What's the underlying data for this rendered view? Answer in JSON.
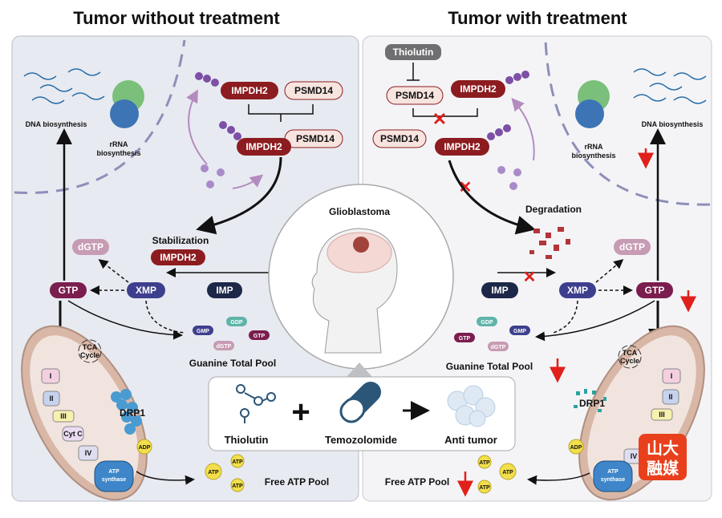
{
  "titles": {
    "left": "Tumor without treatment",
    "right": "Tumor with treatment"
  },
  "left": {
    "dna": "DNA biosynthesis",
    "rrna1": "rRNA",
    "rrna2": "biosynthesis",
    "impdh2_a": "IMPDH2",
    "psmd14_a": "PSMD14",
    "psmd14_b": "PSMD14",
    "impdh2_b": "IMPDH2",
    "stabilization": "Stabilization",
    "impdh2_c": "IMPDH2",
    "dgtp": "dGTP",
    "gtp": "GTP",
    "xmp": "XMP",
    "imp": "IMP",
    "pool": {
      "gmp": "GMP",
      "gdp": "GDP",
      "gtp": "GTP",
      "dgtp": "dGTP"
    },
    "guanine_pool": "Guanine Total Pool",
    "tca1": "TCA",
    "tca2": "Cycle",
    "complexes": [
      "I",
      "II",
      "III",
      "Cyt C",
      "IV"
    ],
    "drp1": "DRP1",
    "adp": "ADP",
    "atp_synthase1": "ATP",
    "atp_synthase2": "synthase",
    "atp": "ATP",
    "free_atp": "Free ATP Pool"
  },
  "right": {
    "thiolutin": "Thiolutin",
    "psmd14_a": "PSMD14",
    "impdh2_a": "IMPDH2",
    "psmd14_b": "PSMD14",
    "impdh2_b": "IMPDH2",
    "dna": "DNA biosynthesis",
    "rrna1": "rRNA",
    "rrna2": "biosynthesis",
    "degradation": "Degradation",
    "imp": "IMP",
    "xmp": "XMP",
    "gtp": "GTP",
    "dgtp": "dGTP",
    "pool": {
      "gmp": "GMP",
      "gdp": "GDP",
      "gtp": "GTP",
      "dgtp": "dGTP"
    },
    "guanine_pool": "Guanine Total Pool",
    "tca1": "TCA",
    "tca2": "Cycle",
    "complexes": [
      "I",
      "II",
      "III",
      "IV"
    ],
    "drp1": "DRP1",
    "adp": "ADP",
    "atp_synthase1": "ATP",
    "atp_synthase2": "synthase",
    "atp": "ATP",
    "free_atp": "Free ATP Pool"
  },
  "center": {
    "glioblastoma": "Glioblastoma",
    "thiolutin": "Thiolutin",
    "temozolomide": "Temozolomide",
    "anti_tumor": "Anti tumor"
  },
  "watermark": "山大融媒",
  "colors": {
    "impdh2": "#8c1c1f",
    "psmd14": "#f7e4df",
    "gtp": "#7b1d4e",
    "xmp": "#3d3f8e",
    "imp": "#1d2747",
    "dgtp": "#c79bb3",
    "down_arrow": "#e0201b",
    "mito": "#d9b7a6"
  }
}
